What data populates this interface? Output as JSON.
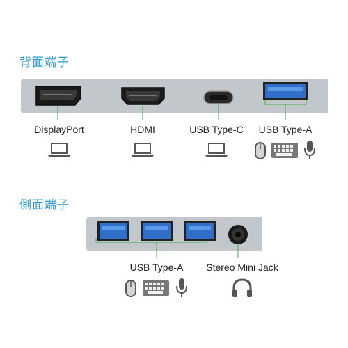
{
  "rear": {
    "title": "背面端子",
    "ports": [
      {
        "label": "DisplayPort",
        "devices": [
          "laptop-icon"
        ]
      },
      {
        "label": "HDMI",
        "devices": [
          "laptop-icon"
        ]
      },
      {
        "label": "USB Type-C",
        "devices": [
          "laptop-icon"
        ]
      },
      {
        "label": "USB Type-A",
        "devices": [
          "mouse-icon",
          "keyboard-icon",
          "microphone-icon"
        ]
      }
    ]
  },
  "side": {
    "title": "側面端子",
    "ports": [
      {
        "label": "USB Type-A",
        "devices": [
          "mouse-icon",
          "keyboard-icon",
          "microphone-icon"
        ]
      },
      {
        "label": "Stereo Mini Jack",
        "devices": [
          "headphones-icon"
        ]
      }
    ]
  },
  "colors": {
    "title_accent": "#2a9ad4",
    "usb_blue": "#2f6fc9",
    "panel_gray": "#c2c7cc",
    "leader_line": "#3fae3f"
  }
}
